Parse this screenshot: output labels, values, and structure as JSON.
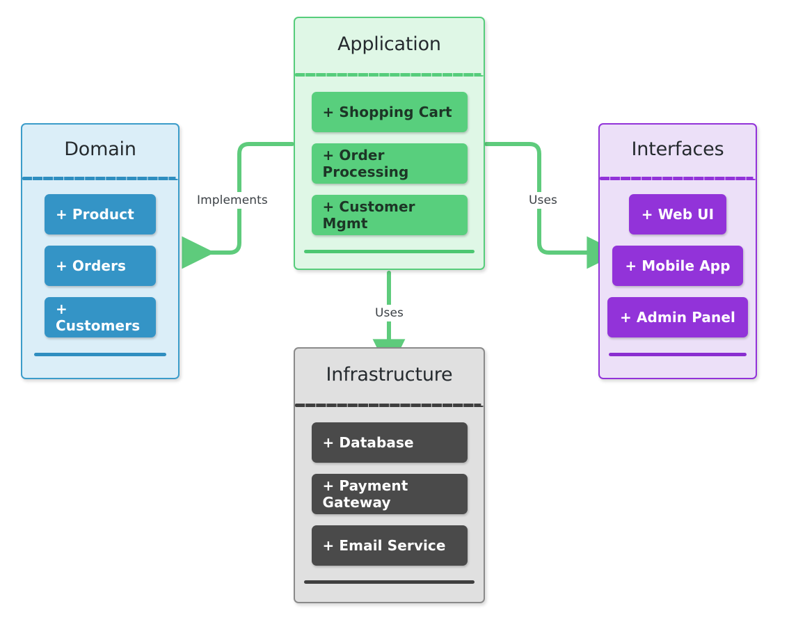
{
  "diagram": {
    "type": "layered-architecture-package-diagram",
    "background": "#ffffff",
    "connector_color": "#5ECB7C"
  },
  "packages": [
    {
      "id": "domain",
      "title": "Domain",
      "accent": "#3494c6",
      "background": "#dbeef8",
      "items": [
        {
          "label": "+ Product"
        },
        {
          "label": "+ Orders"
        },
        {
          "label": "+ Customers"
        }
      ]
    },
    {
      "id": "application",
      "title": "Application",
      "accent": "#58cf7d",
      "background": "#dff7e6",
      "items": [
        {
          "label": "+ Shopping Cart"
        },
        {
          "label": "+ Order Processing"
        },
        {
          "label": "+ Customer Mgmt"
        }
      ]
    },
    {
      "id": "interfaces",
      "title": "Interfaces",
      "accent": "#9233d9",
      "background": "#ece0f8",
      "items": [
        {
          "label": "+ Web UI"
        },
        {
          "label": "+ Mobile App"
        },
        {
          "label": "+ Admin Panel"
        }
      ]
    },
    {
      "id": "infrastructure",
      "title": "Infrastructure",
      "accent": "#4a4a4a",
      "background": "#e0e0e0",
      "items": [
        {
          "label": "+ Database"
        },
        {
          "label": "+ Payment Gateway"
        },
        {
          "label": "+ Email Service"
        }
      ]
    }
  ],
  "connectors": [
    {
      "id": "implements",
      "label": "Implements",
      "from": "application",
      "to": "domain"
    },
    {
      "id": "uses-interfaces",
      "label": "Uses",
      "from": "application",
      "to": "interfaces"
    },
    {
      "id": "uses-infrastructure",
      "label": "Uses",
      "from": "application",
      "to": "infrastructure"
    }
  ]
}
